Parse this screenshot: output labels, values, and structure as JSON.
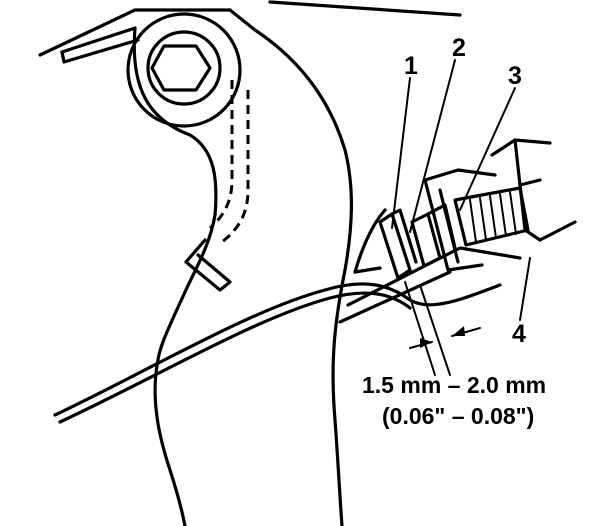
{
  "callouts": [
    "1",
    "2",
    "3",
    "4"
  ],
  "measurement": {
    "metric": "1.5 mm – 2.0 mm",
    "imperial": "(0.06\" – 0.08\")"
  }
}
